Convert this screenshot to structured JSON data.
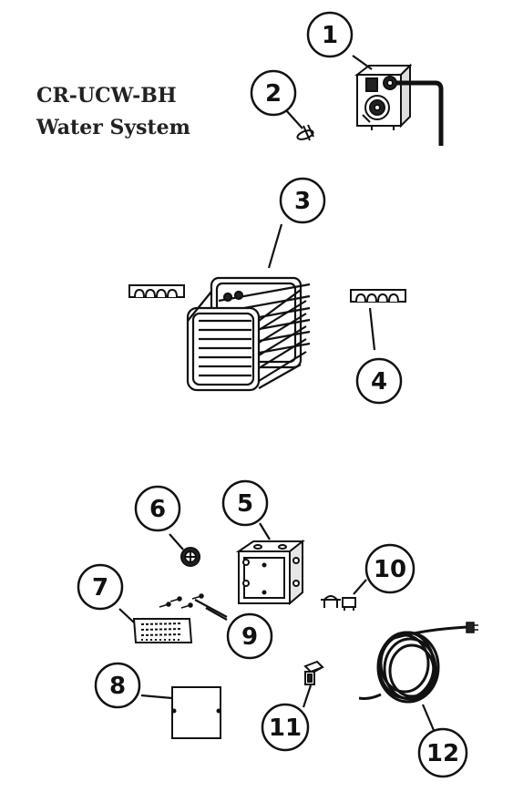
{
  "title": {
    "line1": "CR-UCW-BH",
    "line2": "Water System"
  },
  "callouts": [
    "1",
    "2",
    "3",
    "4",
    "5",
    "6",
    "7",
    "8",
    "9",
    "10",
    "11",
    "12"
  ]
}
